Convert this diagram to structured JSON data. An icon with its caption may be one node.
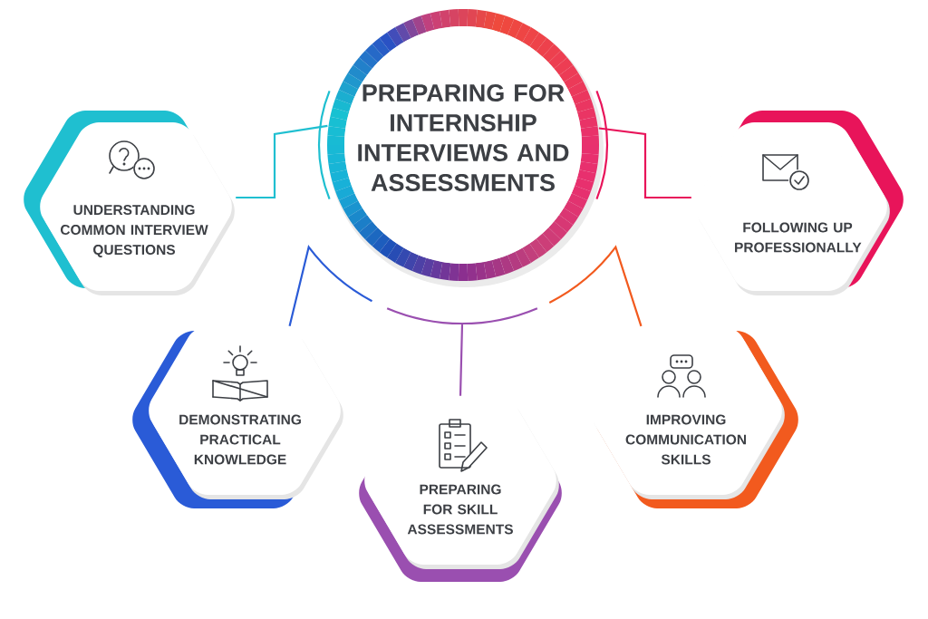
{
  "diagram": {
    "nodes": [
      {
        "text": [
          "PREPARING FOR INTERNSHIP INTERVIEWS AND ASSESSMENTS"
        ]
      },
      {
        "text": [
          "UNDERSTANDING COMMON INTERVIEW QUESTIONS"
        ]
      },
      {
        "text": [
          "FOLLOWING UP PROFESSIONALLY"
        ]
      },
      {
        "text": [
          "DEMONSTRATING PRACTICAL KNOWLEDGE"
        ]
      },
      {
        "text": [
          "IMPROVING COMMUNICATION SKILLS"
        ]
      },
      {
        "text": [
          "PREPARING FOR SKILL ASSESSMENTS"
        ]
      }
    ],
    "edges": [
      {
        "from": 0,
        "to": 1,
        "arrow": "none",
        "color": "#1fbfd0"
      },
      {
        "from": 0,
        "to": 2,
        "arrow": "none",
        "color": "#e8145a"
      },
      {
        "from": 0,
        "to": 3,
        "arrow": "none",
        "color": "#2a5bd7"
      },
      {
        "from": 0,
        "to": 4,
        "arrow": "none",
        "color": "#f25a1e"
      },
      {
        "from": 0,
        "to": 5,
        "arrow": "none",
        "color": "#9a4fb0"
      }
    ]
  }
}
